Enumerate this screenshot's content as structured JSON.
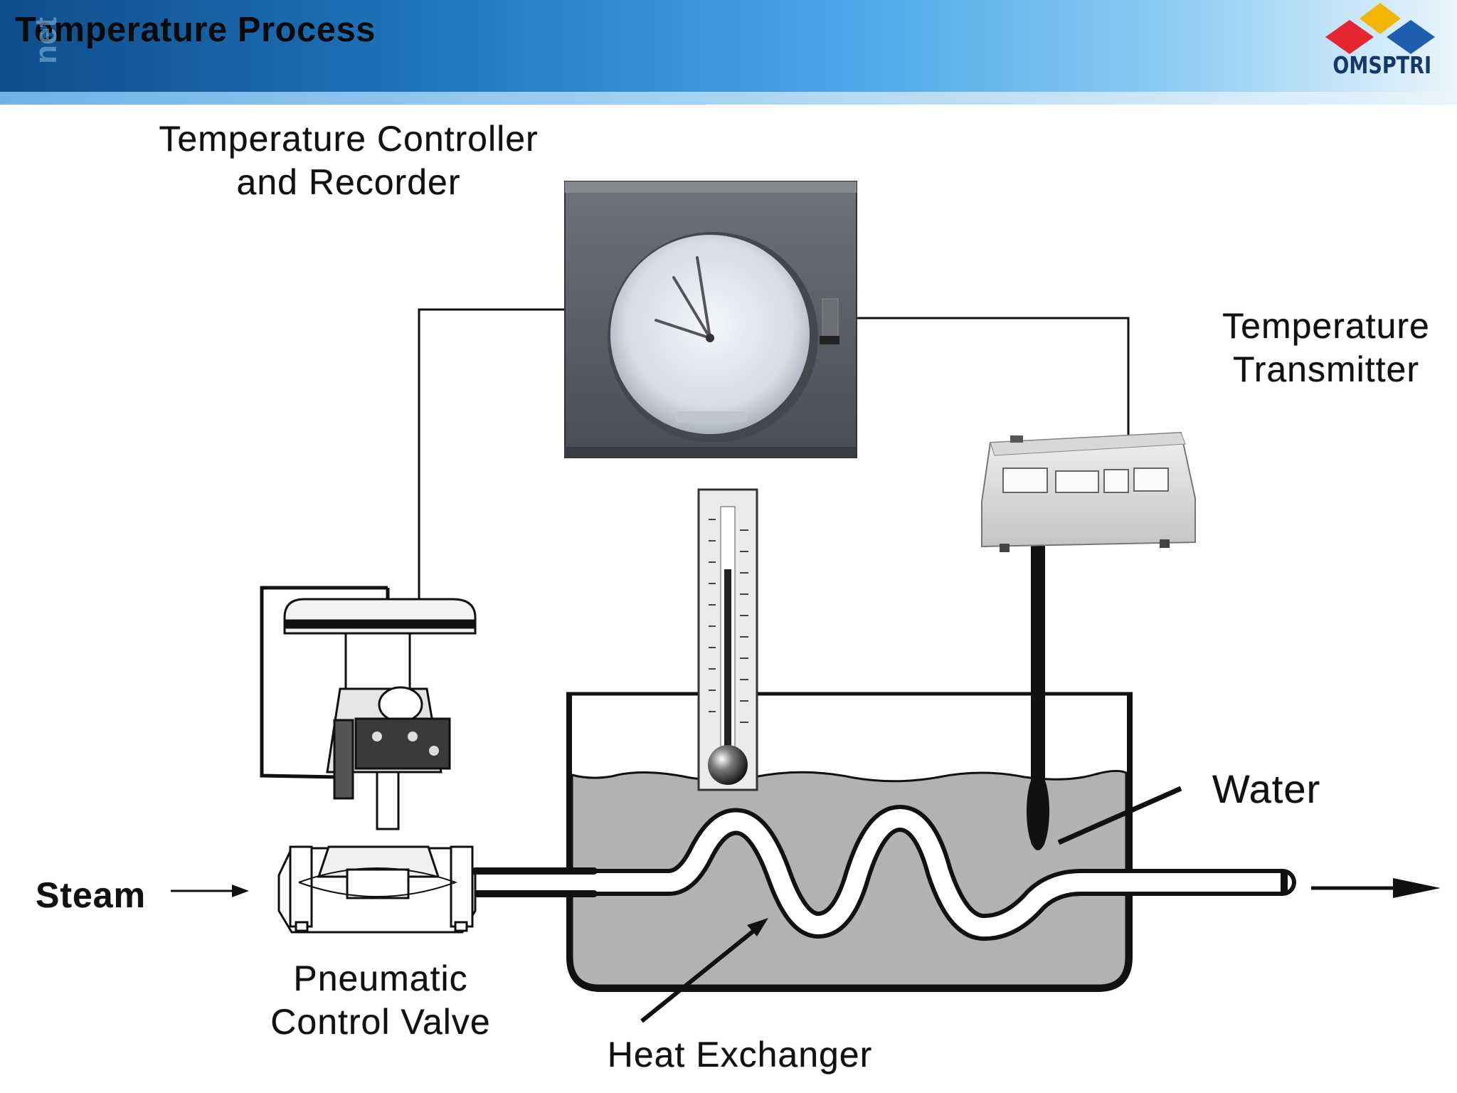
{
  "slide": {
    "title": "Temperature Process",
    "watermark": "net"
  },
  "logo": {
    "text": "OMSPTRI",
    "colors": [
      "#f2b705",
      "#e3262f",
      "#1e5fb0"
    ]
  },
  "labels": {
    "controller": "Temperature Controller\nand Recorder",
    "transmitter": "Temperature\nTransmitter",
    "water": "Water",
    "steam": "Steam",
    "valve": "Pneumatic\nControl Valve",
    "heat_exchanger": "Heat Exchanger"
  },
  "colors": {
    "header_dark": "#0e4d8c",
    "header_light": "#8ccbf3",
    "water_fill": "#b2b2b2",
    "recorder_body": "#5c5e66",
    "line": "#111111"
  }
}
